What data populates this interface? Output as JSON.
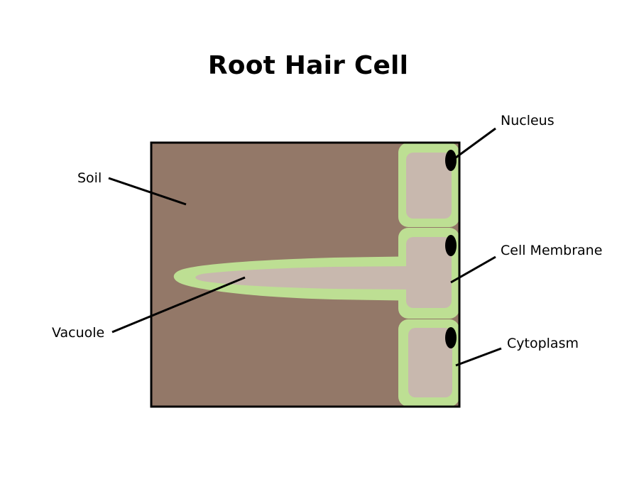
{
  "title": "Root Hair Cell",
  "labels": {
    "soil": "Soil",
    "vacuole": "Vacuole",
    "nucleus": "Nucleus",
    "cell_membrane": "Cell Membrane",
    "cytoplasm": "Cytoplasm"
  },
  "colors": {
    "soil": "#937868",
    "membrane": "#bddf93",
    "cytoplasm": "#c8b8ae",
    "nucleus": "#000000",
    "outline": "#000000"
  }
}
